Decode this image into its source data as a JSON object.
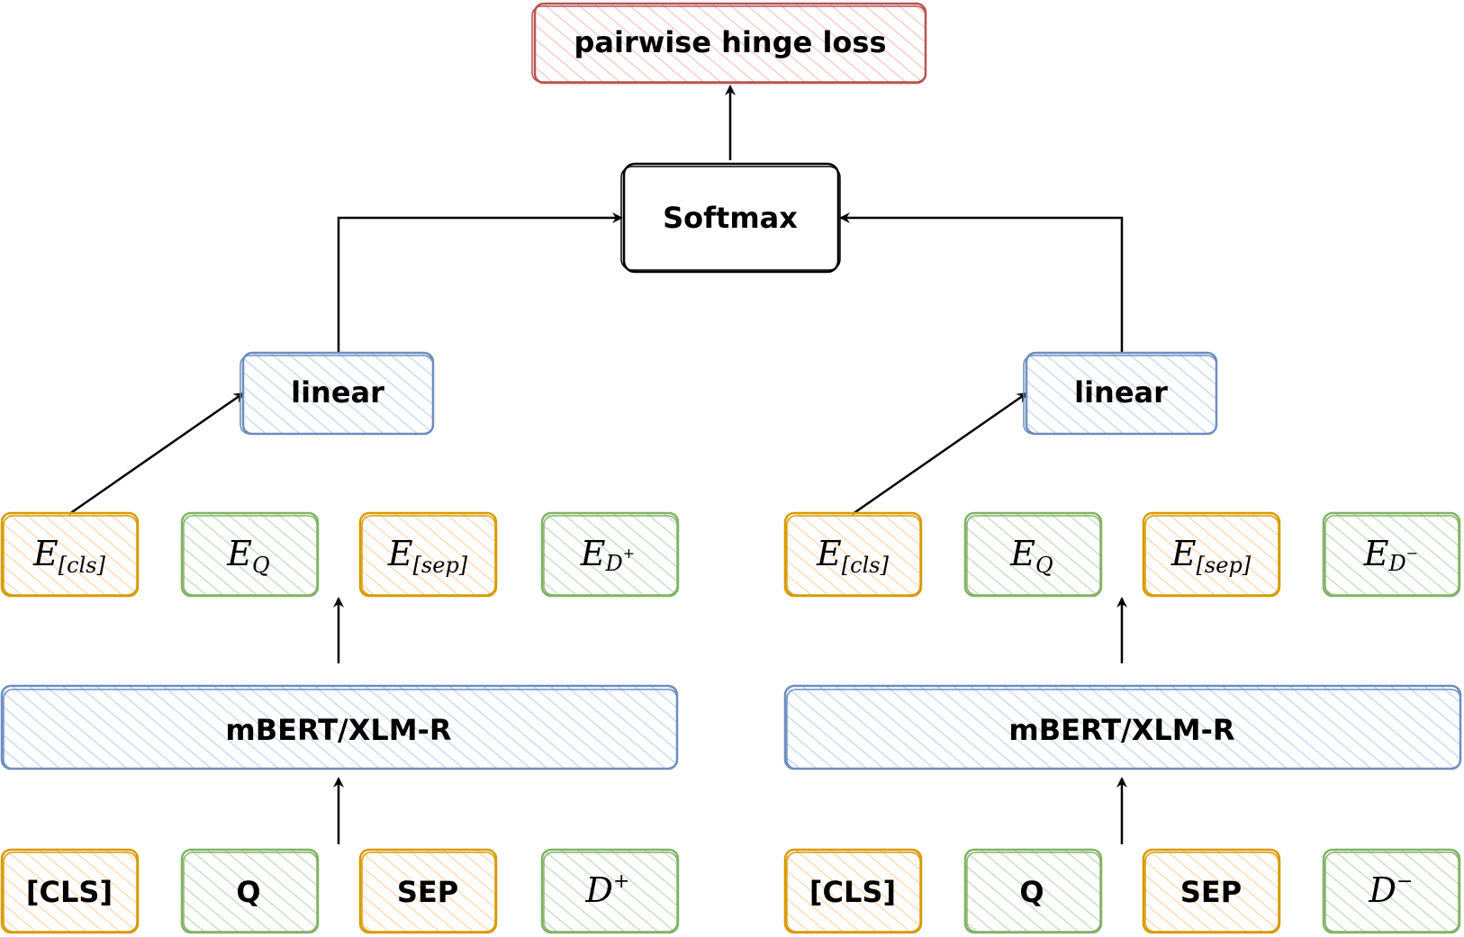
{
  "colors": {
    "red_stroke": "#b85450",
    "red_fill": "#f8cecc",
    "blue_stroke": "#6c8ebf",
    "blue_fill": "#dae8fc",
    "orange_stroke": "#d79b00",
    "orange_fill": "#ffe6cc",
    "green_stroke": "#82b366",
    "green_fill": "#d5e8d4",
    "black_stroke": "#000000",
    "white_fill": "#ffffff",
    "arrow": "#000000"
  },
  "nodes": {
    "loss": {
      "label": "pairwise hinge loss"
    },
    "softmax": {
      "label": "Softmax"
    },
    "left": {
      "linear": "linear",
      "encoder": "mBERT/XLM-R",
      "emb_cls": {
        "main": "E",
        "sub": "[cls]"
      },
      "emb_q": {
        "main": "E",
        "sub": "Q"
      },
      "emb_sep": {
        "main": "E",
        "sub": "[sep]"
      },
      "emb_doc": {
        "main": "E",
        "sub": "D",
        "sup": "+"
      },
      "tok_cls": "[CLS]",
      "tok_q": "Q",
      "tok_sep": "SEP",
      "tok_doc": {
        "main": "D",
        "sup": "+"
      }
    },
    "right": {
      "linear": "linear",
      "encoder": "mBERT/XLM-R",
      "emb_cls": {
        "main": "E",
        "sub": "[cls]"
      },
      "emb_q": {
        "main": "E",
        "sub": "Q"
      },
      "emb_sep": {
        "main": "E",
        "sub": "[sep]"
      },
      "emb_doc": {
        "main": "E",
        "sub": "D",
        "sup": "−"
      },
      "tok_cls": "[CLS]",
      "tok_q": "Q",
      "tok_sep": "SEP",
      "tok_doc": {
        "main": "D",
        "sup": "−"
      }
    }
  }
}
